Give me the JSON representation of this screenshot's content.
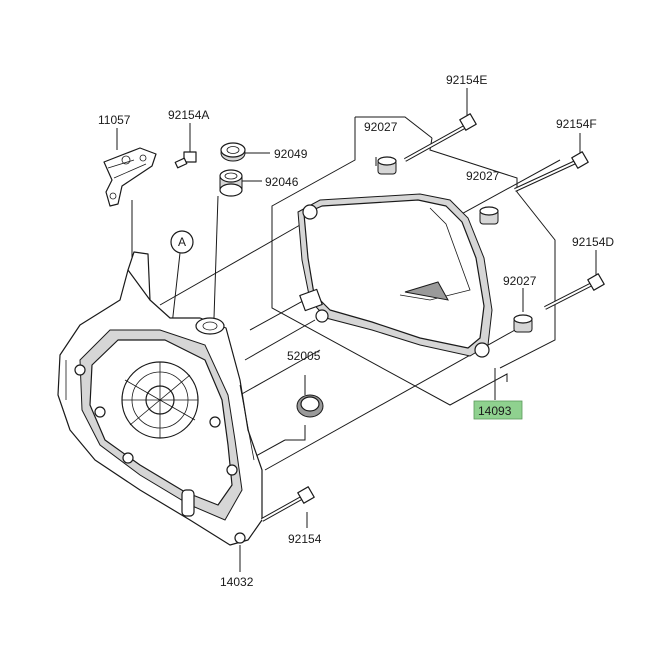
{
  "parts": {
    "p11057": "11057",
    "p92154A": "92154A",
    "p92049": "92049",
    "p92046": "92046",
    "p92154E": "92154E",
    "p92027_top": "92027",
    "p92154F": "92154F",
    "p92027_mid": "92027",
    "p92154D": "92154D",
    "p92027_low": "92027",
    "p52005": "52005",
    "p14093": "14093",
    "p92154": "92154",
    "p14032": "14032"
  },
  "callout": {
    "marker": "A"
  },
  "colors": {
    "highlight": "#8fd18f",
    "line": "#1a1a1a",
    "shade": "#d6d6d6"
  }
}
